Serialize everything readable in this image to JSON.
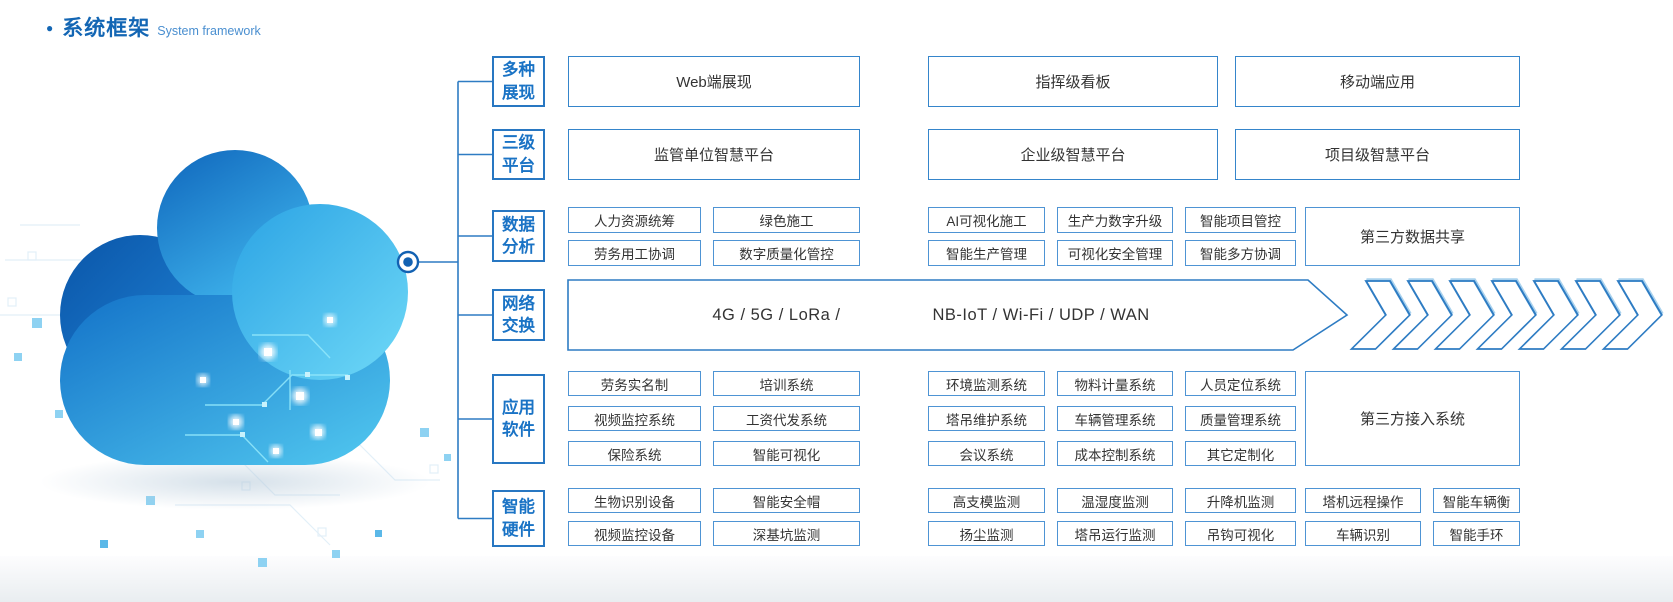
{
  "title": {
    "zh": "系统框架",
    "en": "System framework"
  },
  "categories": [
    {
      "line1": "多种",
      "line2": "展现"
    },
    {
      "line1": "三级",
      "line2": "平台"
    },
    {
      "line1": "数据",
      "line2": "分析"
    },
    {
      "line1": "网络",
      "line2": "交换"
    },
    {
      "line1": "应用",
      "line2": "软件"
    },
    {
      "line1": "智能",
      "line2": "硬件"
    }
  ],
  "display_row": {
    "boxes": [
      "Web端展现",
      "指挥级看板",
      "移动端应用"
    ]
  },
  "platform_row": {
    "boxes": [
      "监管单位智慧平台",
      "企业级智慧平台",
      "项目级智慧平台"
    ]
  },
  "data_row": {
    "left": [
      [
        "人力资源统筹",
        "绿色施工"
      ],
      [
        "劳务用工协调",
        "数字质量化管控"
      ]
    ],
    "mid": [
      [
        "AI可视化施工",
        "生产力数字升级",
        "智能项目管控"
      ],
      [
        "智能生产管理",
        "可视化安全管理",
        "智能多方协调"
      ]
    ],
    "tall": "第三方数据共享"
  },
  "network_row": {
    "left_label": "4G / 5G / LoRa /",
    "right_label": "NB-IoT / Wi-Fi / UDP / WAN"
  },
  "apps_row": {
    "left": [
      [
        "劳务实名制",
        "培训系统"
      ],
      [
        "视频监控系统",
        "工资代发系统"
      ],
      [
        "保险系统",
        "智能可视化"
      ]
    ],
    "mid": [
      [
        "环境监测系统",
        "物料计量系统",
        "人员定位系统"
      ],
      [
        "塔吊维护系统",
        "车辆管理系统",
        "质量管理系统"
      ],
      [
        "会议系统",
        "成本控制系统",
        "其它定制化"
      ]
    ],
    "tall": "第三方接入系统"
  },
  "hardware_row": {
    "left": [
      [
        "生物识别设备",
        "智能安全帽"
      ],
      [
        "视频监控设备",
        "深基坑监测"
      ]
    ],
    "mid": [
      [
        "高支模监测",
        "温湿度监测",
        "升降机监测",
        "塔机远程操作",
        "智能车辆衡"
      ],
      [
        "扬尘监测",
        "塔吊运行监测",
        "吊钩可视化",
        "车辆识别",
        "智能手环"
      ]
    ]
  },
  "colors": {
    "accent": "#1A73C5",
    "line": "#2E7CC3",
    "box_border": "#4E94D4",
    "text": "#333333"
  }
}
